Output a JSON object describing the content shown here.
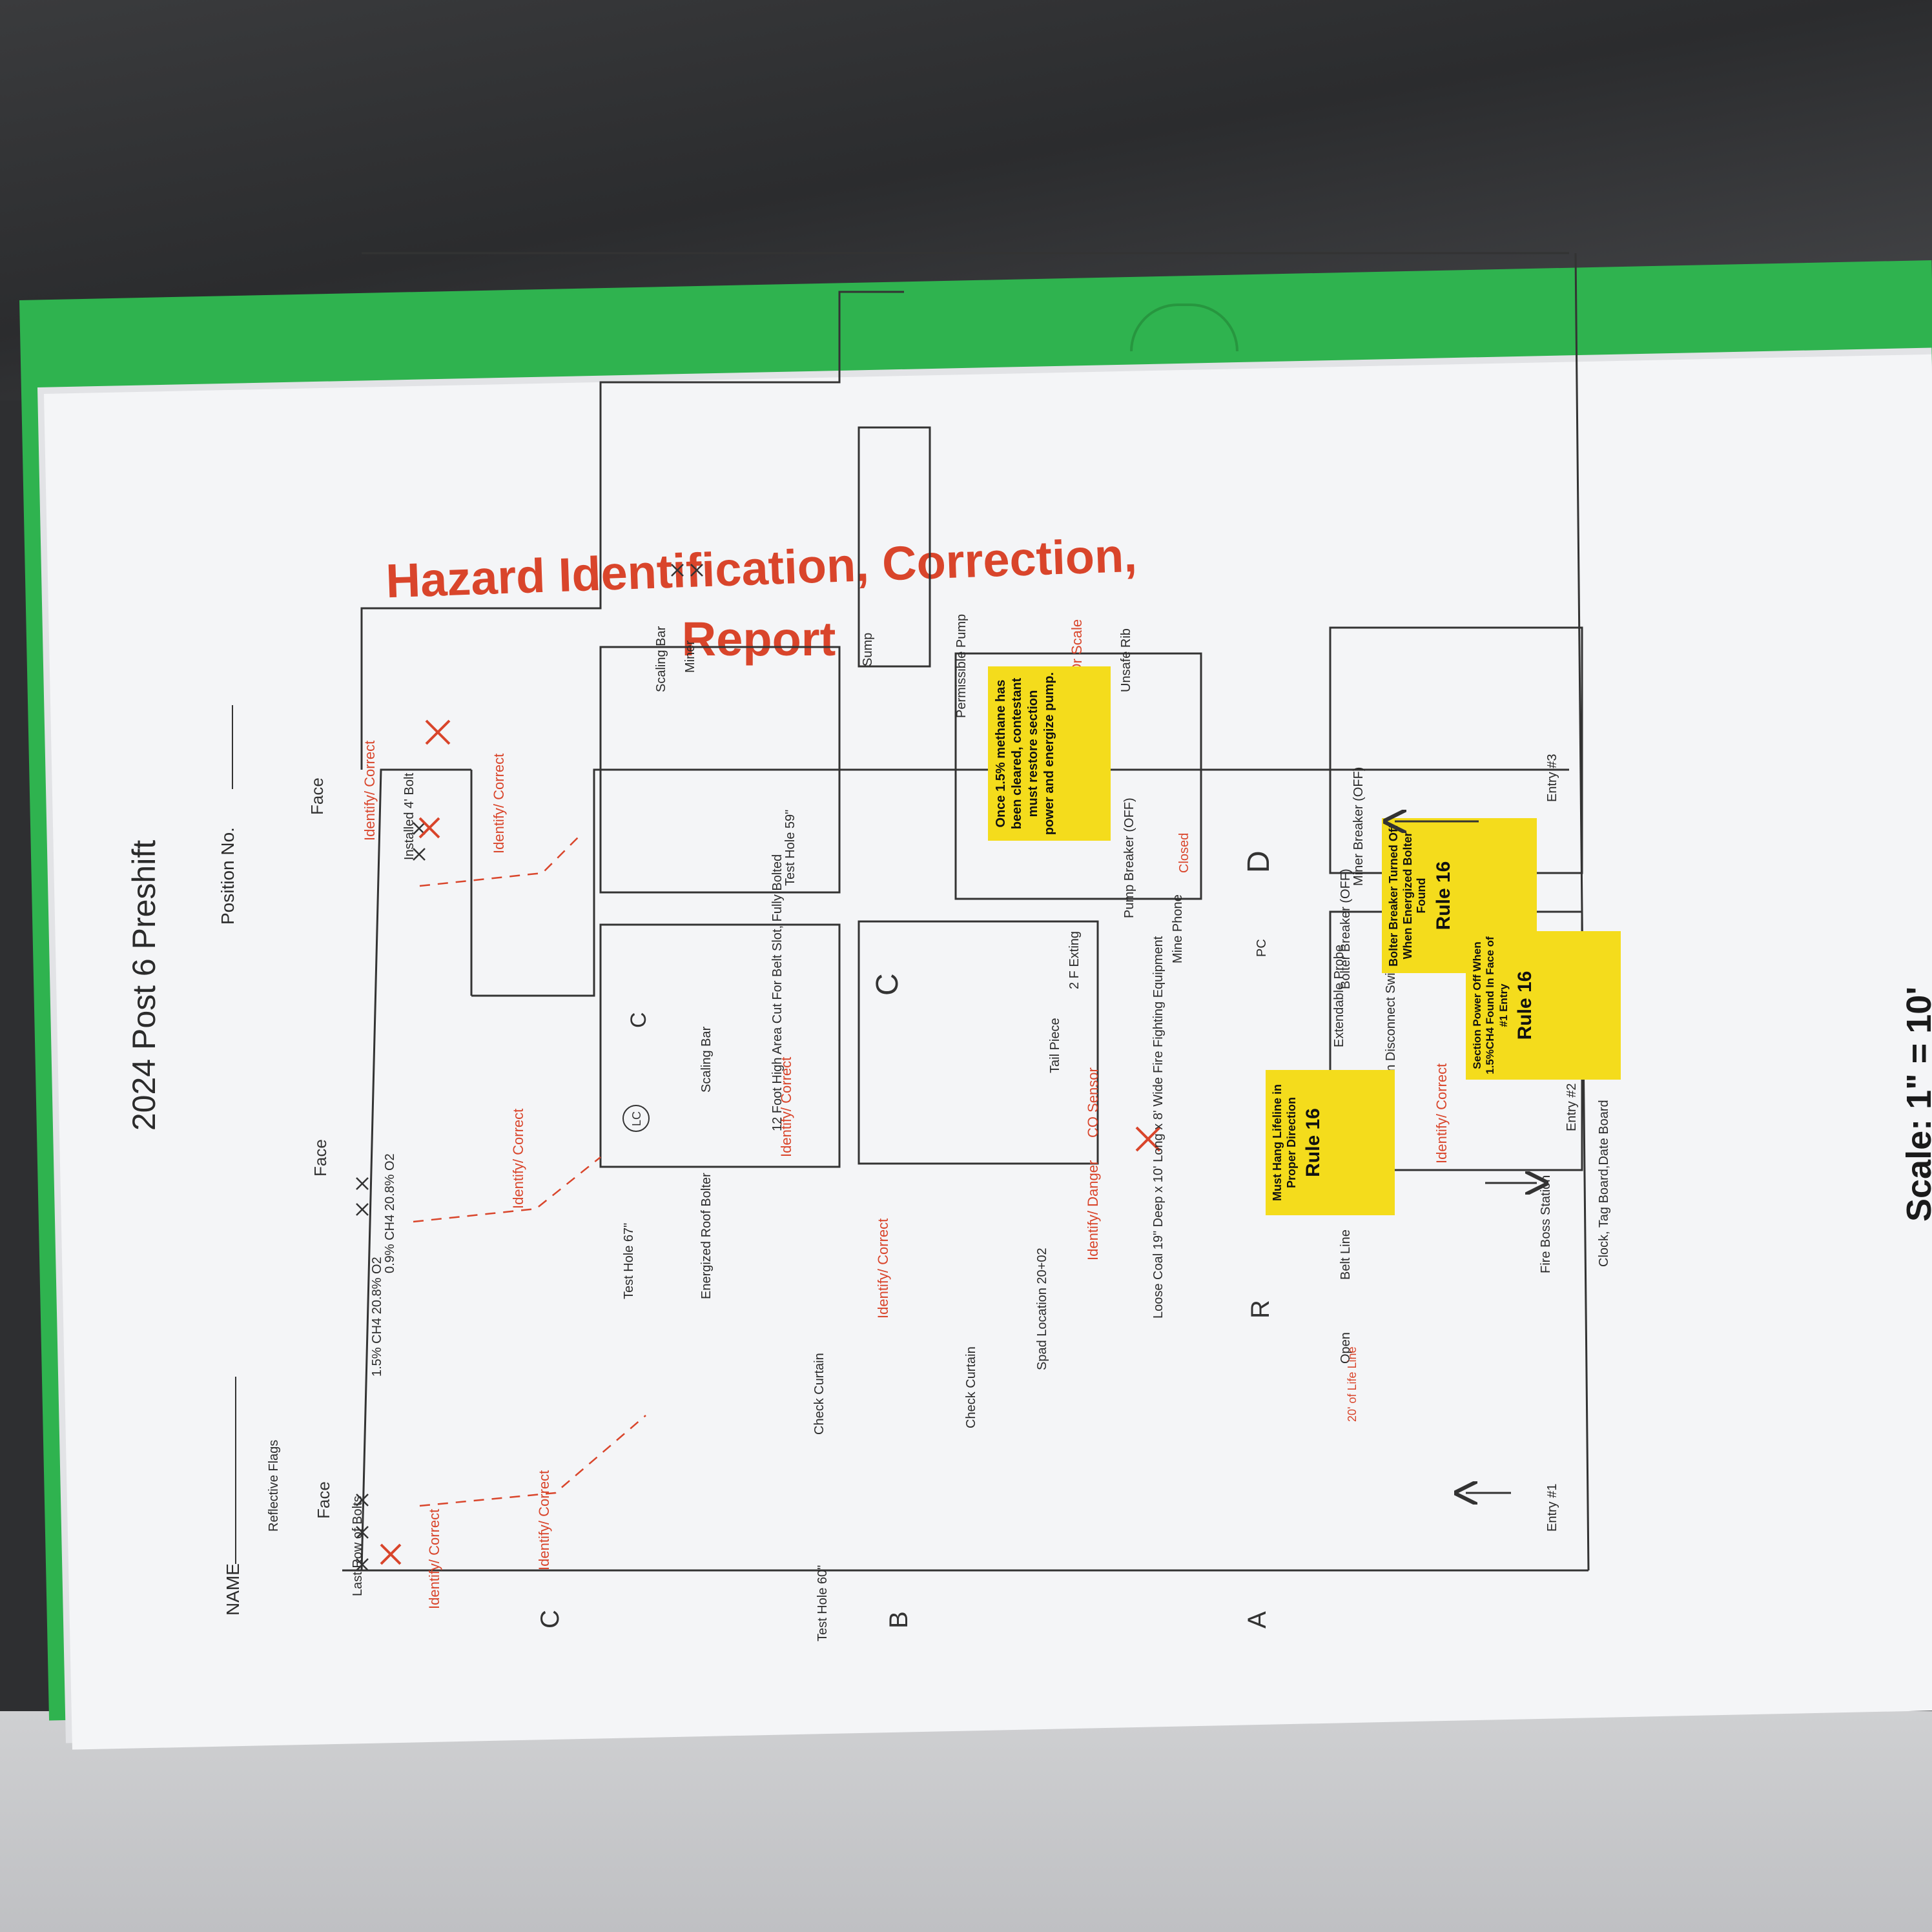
{
  "header": {
    "title_line1": "Hazard Identification, Correction,",
    "title_line2": "Report",
    "doc_name": "2024 Post 6 Preshift",
    "name_label": "NAME",
    "position_label": "Position No.",
    "scale": "Scale: 1\" = 10'"
  },
  "entries": {
    "a": "A",
    "b": "B",
    "c": "C"
  },
  "crosscuts": {
    "c": "C",
    "d": "D",
    "r": "R"
  },
  "left_faces": {
    "face1": "Face",
    "face2": "Face",
    "face3": "Face",
    "reflective_flags": "Reflective Flags",
    "last_row_bolts": "Last Row of Bolts",
    "gas1": "1.5% CH4 20.8% O2",
    "gas2": "0.9% CH4 20.8% O2",
    "installed_bolt": "Installed 4' Bolt"
  },
  "labels": {
    "test_hole_60": "Test Hole 60\"",
    "test_hole_67": "Test Hole 67\"",
    "test_hole_59": "Test Hole 59\"",
    "energized_bolter": "Energized Roof Bolter",
    "scaling_bar": "Scaling Bar",
    "miner": "Miner",
    "sump": "Sump",
    "permissible_pump": "Permissible Pump",
    "unsafe_rib": "Unsafe Rib",
    "area_cut": "12 Foot High Area Cut For Belt Slot, Fully Bolted",
    "check_curtain": "Check Curtain",
    "spad": "Spad Location 20+02",
    "loose_coal": "Loose Coal 19\" Deep x 10' Long x 8' Wide",
    "tail_piece": "Tail Piece",
    "co_sensor": "CO Sensor",
    "fire_fighting": "Fire Fighting Equipment",
    "mine_phone": "Mine Phone",
    "extinguisher": "2 F Exting",
    "pump_breaker": "Pump Breaker (OFF)",
    "closed": "Closed",
    "pc": "PC",
    "extendable_probe": "Extendable Probe",
    "main_disconnect": "Main Disconnect Switch (OFF)",
    "bolter_breaker": "Bolter Breaker (OFF)",
    "miner_breaker": "Miner Breaker (OFF)",
    "belt_line": "Belt Line",
    "open": "Open",
    "lifeline": "20' of Life Line",
    "fire_boss": "Fire Boss Station",
    "clock": "Clock, Tag Board,Date Board",
    "entry1": "Entry #1",
    "entry2": "Entry #2",
    "entry3": "Entry #3",
    "lc": "LC"
  },
  "red_notes": {
    "identify_correct": "Identify/ Correct",
    "identify_danger": "Identify/ Danger",
    "identify_danger_scale": "Identify/ Danger/ Or Scale"
  },
  "callouts": {
    "methane": "Once 1.5% methane has been cleared, contestant must restore section power and energize pump.",
    "lifeline": "Must Hang Lifeline in Proper Direction",
    "bolter_off": "Bolter Breaker Turned Off When Energized Bolter Found",
    "section_power": "Section Power Off When 1.5%CH4 Found In Face of #1 Entry",
    "rule16": "Rule 16"
  },
  "colors": {
    "red": "#d9452b",
    "yellow": "#f4dc1c",
    "folder": "#2fb34f",
    "paper": "#f4f5f7"
  }
}
